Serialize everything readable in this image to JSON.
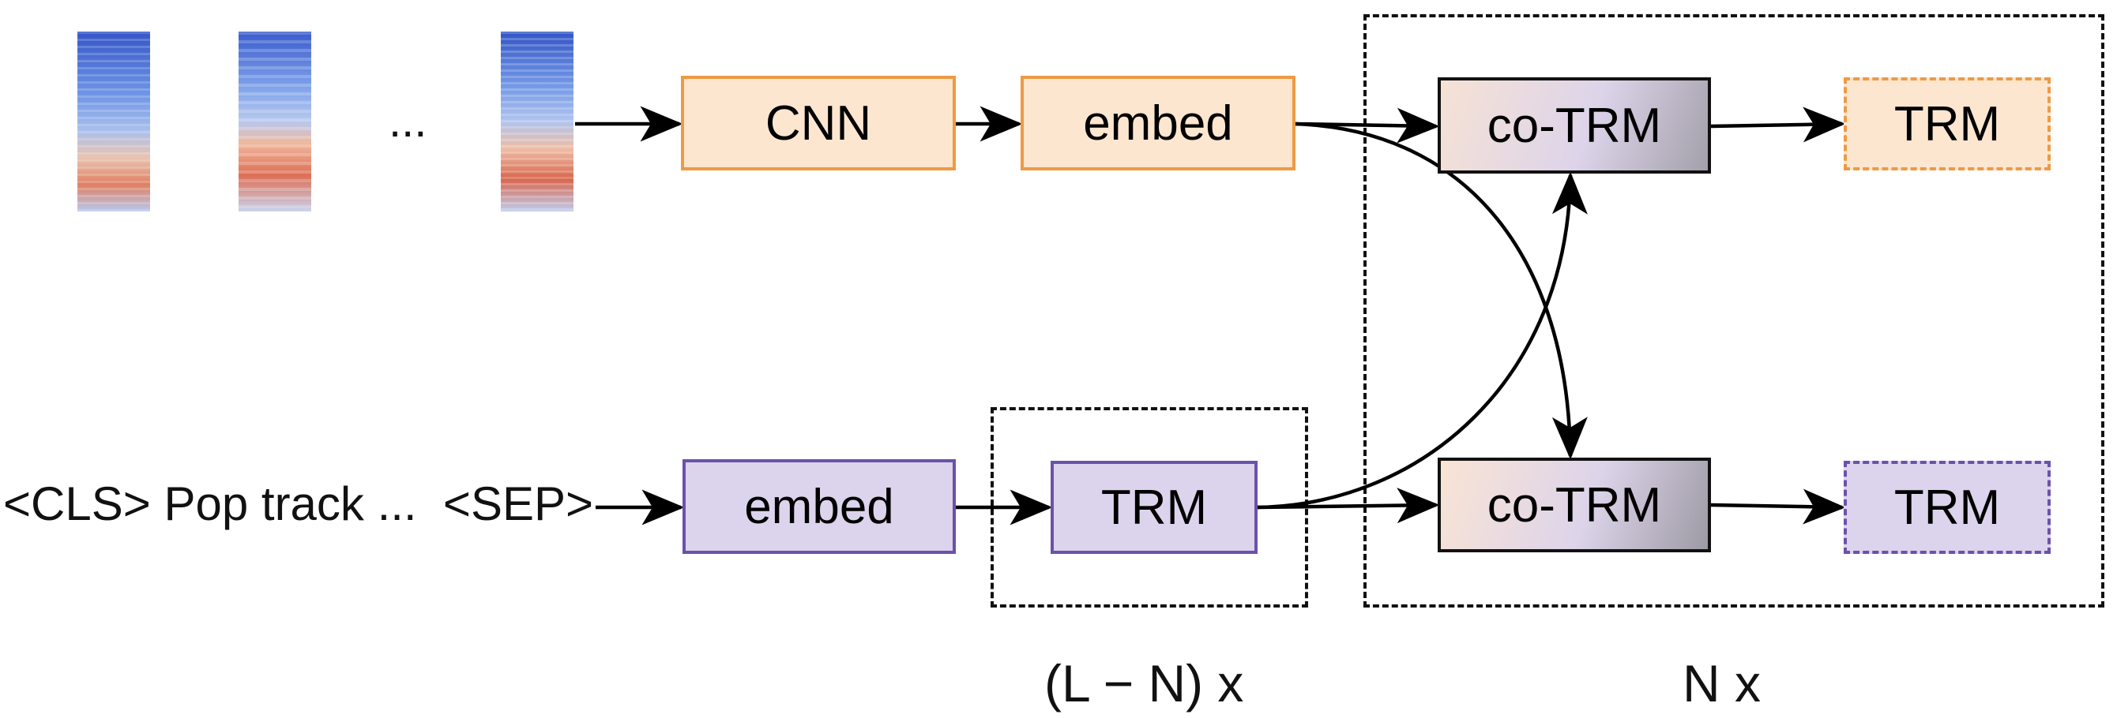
{
  "blocks": {
    "cnn": "CNN",
    "audio_embed": "embed",
    "text_embed": "embed",
    "text_trm": "TRM",
    "co_trm_top": "co-TRM",
    "co_trm_bottom": "co-TRM",
    "trm_top": "TRM",
    "trm_bottom": "TRM"
  },
  "input_text": "<CLS> Pop track ...  <SEP>",
  "spectrogram_ellipsis": "...",
  "repeat_labels": {
    "lower": "(L − N) x",
    "upper": "N x"
  },
  "colors": {
    "audio_fill": "#fde6d0",
    "audio_border": "#ee9a44",
    "text_fill": "#dcd4ec",
    "text_border": "#6a52aa"
  },
  "icons": [
    "spectrogram-image"
  ]
}
